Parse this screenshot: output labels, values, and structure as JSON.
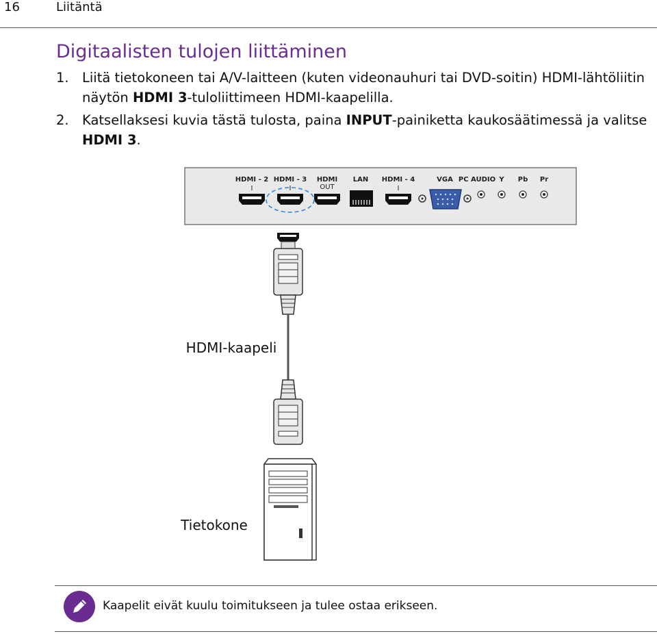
{
  "header": {
    "page_number": "16",
    "section": "Liitäntä"
  },
  "heading": "Digitaalisten tulojen liittäminen",
  "steps": [
    {
      "num": "1.",
      "p1": "Liitä tietokoneen tai A/V-laitteen (kuten videonauhuri tai DVD-soitin) HDMI-lähtöliitin näytön ",
      "bold1": "HDMI 3",
      "p2": "-tuloliittimeen HDMI-kaapelilla."
    },
    {
      "num": "2.",
      "p1": "Katsellaksesi kuvia tästä tulosta, paina ",
      "bold1": "INPUT",
      "p2": "-painiketta kaukosäätimessä ja valitse ",
      "bold2": "HDMI 3",
      "p3": "."
    }
  ],
  "panel": {
    "ports": {
      "hdmi2": "HDMI - 2",
      "hdmi3": "HDMI - 3",
      "hdmi_out_1": "HDMI",
      "hdmi_out_2": "OUT",
      "lan": "LAN",
      "hdmi4": "HDMI - 4",
      "vga": "VGA",
      "pc_audio": "PC AUDIO",
      "y": "Y",
      "pb": "Pb",
      "pr": "Pr",
      "sub": "I"
    }
  },
  "labels": {
    "cable": "HDMI-kaapeli",
    "computer": "Tietokone"
  },
  "note": {
    "icon": "pencil-icon",
    "text": "Kaapelit eivät kuulu toimitukseen ja tulee ostaa erikseen.",
    "color": "#6b2c91"
  },
  "colors": {
    "heading": "#6b2c91",
    "panel": "#e8e8e8",
    "dashed": "#4a90d9"
  }
}
